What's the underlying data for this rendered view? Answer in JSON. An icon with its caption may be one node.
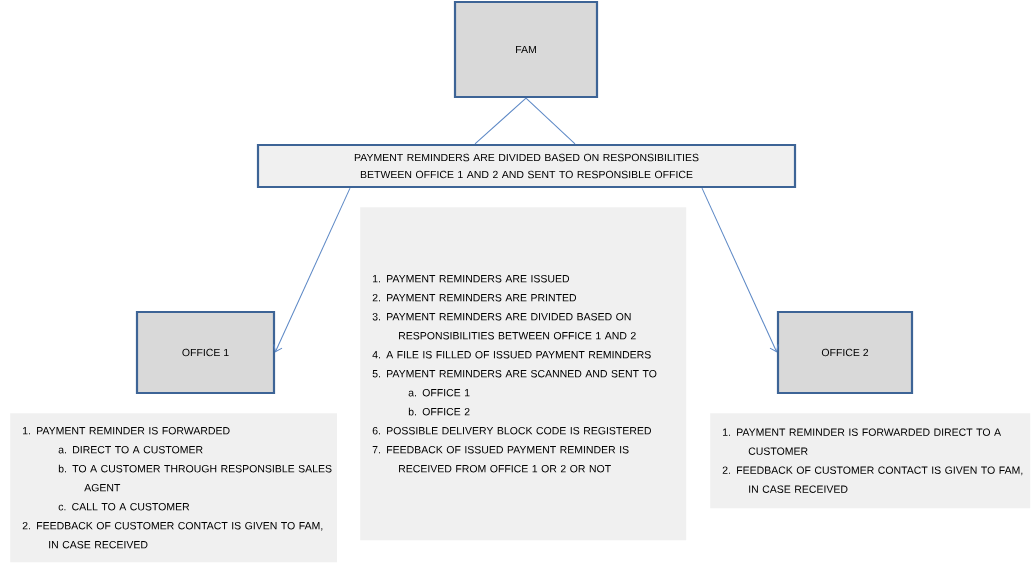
{
  "diagram": {
    "nodes": [
      {
        "text": [
          "FAM"
        ]
      },
      {
        "text": [
          "PAYMENT REMINDERS ARE DIVIDED BASED ON RESPONSIBILITIES BETWEEN OFFICE 1 AND 2 AND SENT TO RESPONSIBLE OFFICE"
        ]
      },
      {
        "text": [
          "1. PAYMENT REMINDERS ARE ISSUED",
          "2. PAYMENT REMINDERS ARE PRINTED",
          "3. PAYMENT REMINDERS ARE DIVIDED BASED ON RESPONSIBILITIES BETWEEN OFFICE 1 AND 2",
          "4. A FILE IS FILLED OF ISSUED PAYMENT REMINDERS",
          "5. PAYMENT REMINDERS ARE SCANNED AND SENT TO",
          "a. OFFICE 1",
          "b. OFFICE 2",
          "6. POSSIBLE DELIVERY BLOCK CODE IS REGISTERED",
          "7. FEEDBACK OF ISSUED PAYMENT REMINDER IS RECEIVED FROM OFFICE 1 OR 2 OR NOT"
        ]
      },
      {
        "text": [
          "OFFICE 1"
        ]
      },
      {
        "text": [
          "OFFICE 2"
        ]
      },
      {
        "text": [
          "1. PAYMENT REMINDER IS FORWARDED",
          "a. DIRECT TO A CUSTOMER",
          "b. TO A CUSTOMER THROUGH RESPONSIBLE SALES AGENT",
          "c. CALL TO A CUSTOMER",
          "2. FEEDBACK OF CUSTOMER CONTACT IS GIVEN TO FAM, IN CASE RECEIVED"
        ]
      },
      {
        "text": [
          "1. PAYMENT REMINDER IS FORWARDED DIRECT TO A CUSTOMER",
          "2. FEEDBACK OF CUSTOMER CONTACT IS GIVEN TO FAM, IN CASE RECEIVED"
        ]
      }
    ],
    "edges": [
      {
        "from": 0,
        "to": 1,
        "arrow": "none"
      },
      {
        "from": 0,
        "to": 1,
        "arrow": "none"
      },
      {
        "from": 1,
        "to": 3,
        "arrow": "to"
      },
      {
        "from": 1,
        "to": 4,
        "arrow": "to"
      }
    ]
  }
}
